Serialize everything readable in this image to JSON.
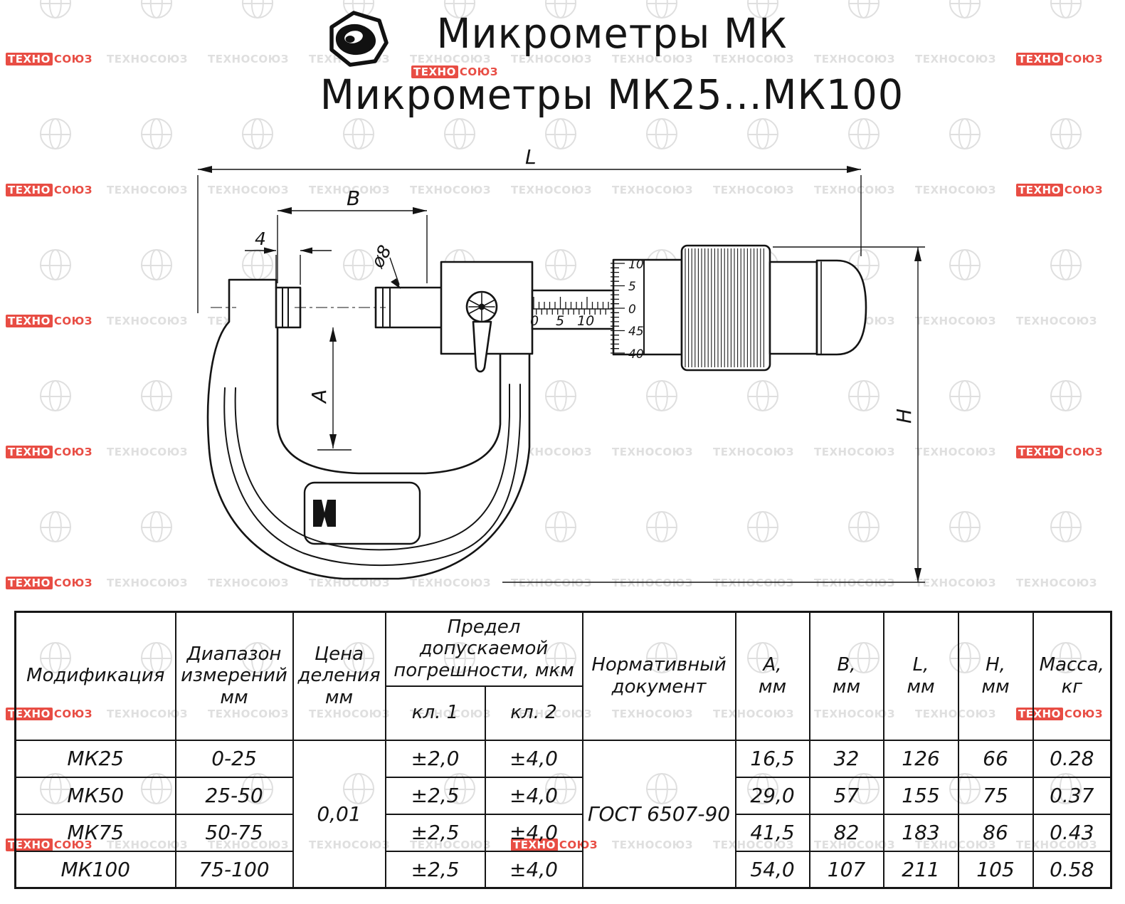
{
  "watermark": {
    "text": "ТЕХНОСОЮЗ",
    "text_left": "ТЕХНО",
    "text_right": "СОЮЗ",
    "gray_color": "#dfdfdf",
    "red_color": "#e5352b"
  },
  "header": {
    "title_line1": "Микрометры МК",
    "title_line2": "Микрометры МК25...МК100"
  },
  "drawing": {
    "dim_length": "L",
    "dim_width": "B",
    "dim_anvil": "4",
    "dim_spindle": "ø8",
    "dim_depth": "A",
    "dim_height": "H",
    "sleeve_scale_numbers": [
      "0",
      "5",
      "10"
    ],
    "thimble_scale_numbers": [
      "10",
      "5",
      "0",
      "45",
      "40"
    ]
  },
  "table": {
    "headers": {
      "modification": "Модификация",
      "range": [
        "Диапазон",
        "измерений",
        "мм"
      ],
      "division": [
        "Цена",
        "деления",
        "мм"
      ],
      "error_limit": [
        "Предел допускаемой",
        "погрешности, мкм"
      ],
      "class1": "кл. 1",
      "class2": "кл. 2",
      "document": [
        "Нормативный",
        "документ"
      ],
      "a": [
        "А,",
        "мм"
      ],
      "b": [
        "В,",
        "мм"
      ],
      "l": [
        "L,",
        "мм"
      ],
      "h": [
        "Н,",
        "мм"
      ],
      "mass": [
        "Масса,",
        "кг"
      ]
    },
    "division_value": "0,01",
    "document_value": "ГОСТ 6507-90",
    "rows": [
      {
        "model": "МК25",
        "range": "0-25",
        "cl1": "±2,0",
        "cl2": "±4,0",
        "a": "16,5",
        "b": "32",
        "l": "126",
        "h": "66",
        "mass": "0.28"
      },
      {
        "model": "МК50",
        "range": "25-50",
        "cl1": "±2,5",
        "cl2": "±4,0",
        "a": "29,0",
        "b": "57",
        "l": "155",
        "h": "75",
        "mass": "0.37"
      },
      {
        "model": "МК75",
        "range": "50-75",
        "cl1": "±2,5",
        "cl2": "±4,0",
        "a": "41,5",
        "b": "82",
        "l": "183",
        "h": "86",
        "mass": "0.43"
      },
      {
        "model": "МК100",
        "range": "75-100",
        "cl1": "±2,5",
        "cl2": "±4,0",
        "a": "54,0",
        "b": "107",
        "l": "211",
        "h": "105",
        "mass": "0.58"
      }
    ]
  }
}
